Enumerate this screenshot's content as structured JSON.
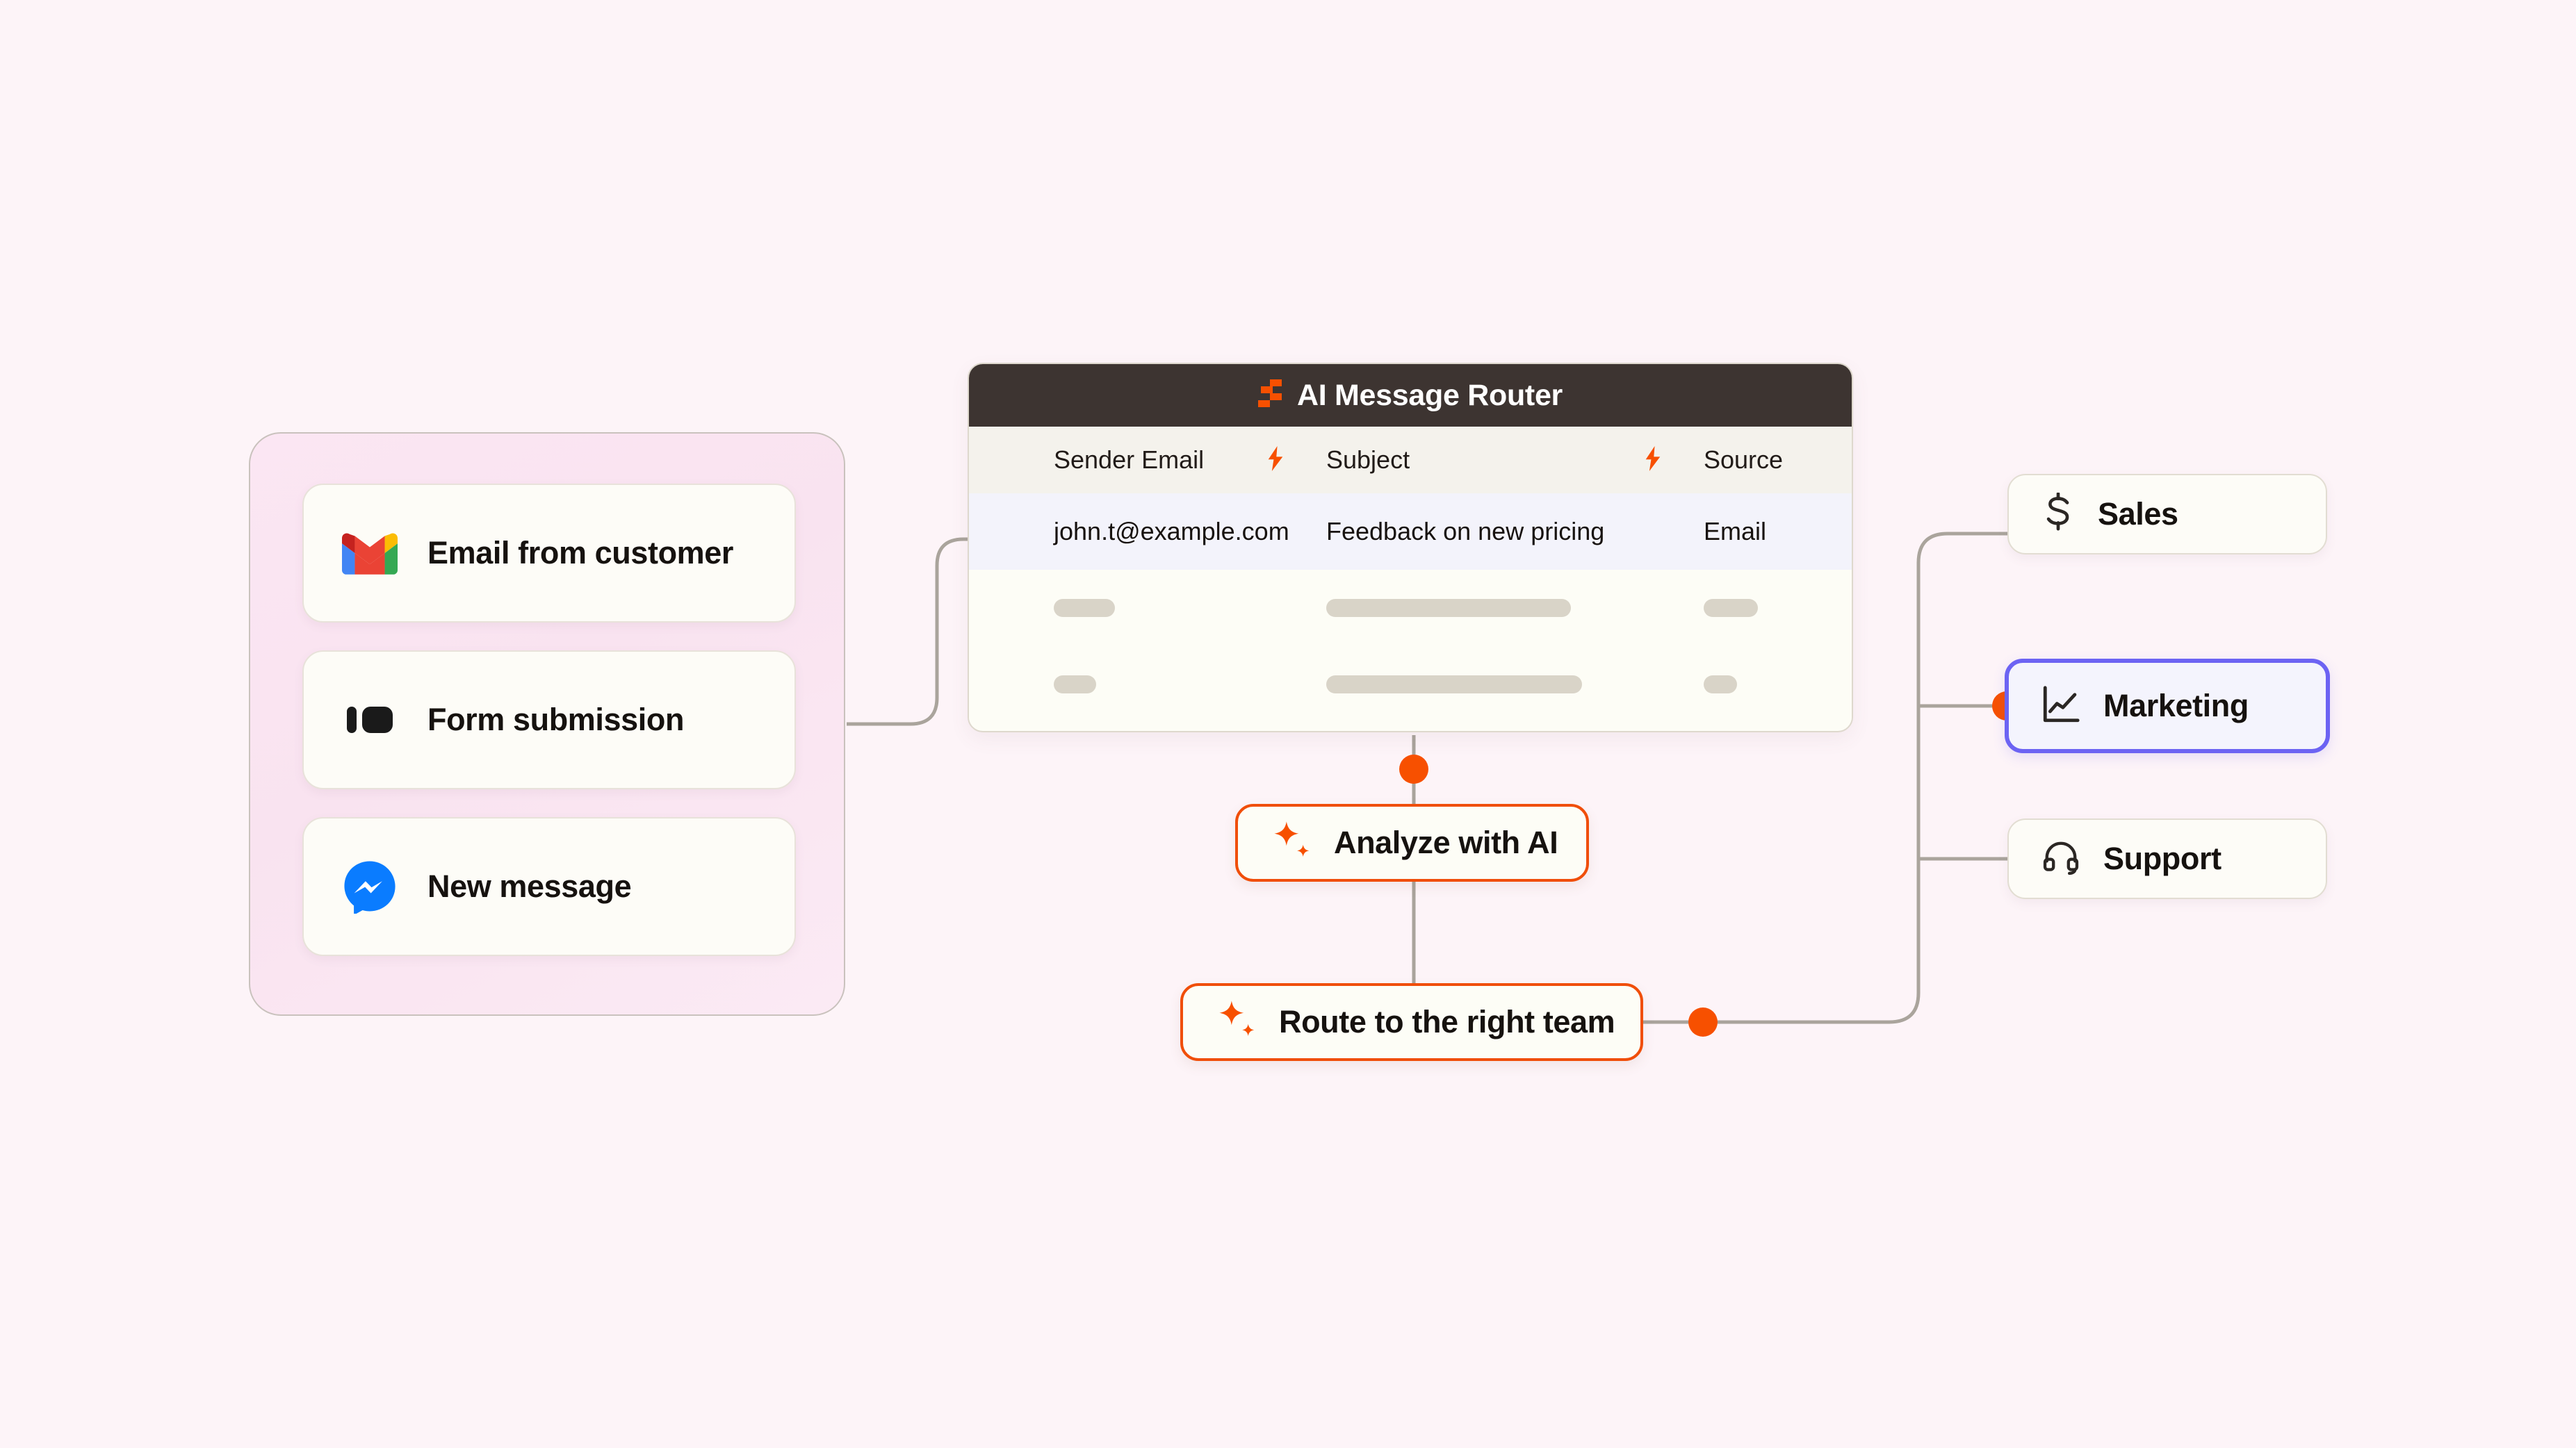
{
  "canvas": {
    "background_color": "#FDF4F8",
    "accent_color": "#F75000",
    "active_border_color": "#6C63F3"
  },
  "triggers": {
    "panel_name": "trigger-sources",
    "items": [
      {
        "label": "Email from customer",
        "icon": "gmail-icon"
      },
      {
        "label": "Form submission",
        "icon": "typeform-icon"
      },
      {
        "label": "New message",
        "icon": "messenger-icon"
      }
    ]
  },
  "router": {
    "title": "AI Message Router",
    "logo_icon": "zapier-logo-icon",
    "columns": [
      {
        "label": "Sender Email",
        "has_ai_icon": true,
        "ai_icon": "lightning-bolt-icon"
      },
      {
        "label": "Subject",
        "has_ai_icon": true,
        "ai_icon": "lightning-bolt-icon"
      },
      {
        "label": "Source",
        "has_ai_icon": false,
        "ai_icon": ""
      }
    ],
    "rows": [
      {
        "highlighted": true,
        "cells": [
          "john.t@example.com",
          "Feedback on new pricing",
          "Email"
        ]
      },
      {
        "highlighted": false,
        "placeholder_widths": [
          88,
          352,
          78
        ]
      },
      {
        "highlighted": false,
        "placeholder_widths": [
          61,
          368,
          48
        ]
      }
    ]
  },
  "ai_actions": [
    {
      "label": "Analyze with AI",
      "icon": "sparkle-icon"
    },
    {
      "label": "Route to the right team",
      "icon": "sparkle-icon"
    }
  ],
  "destinations": [
    {
      "label": "Sales",
      "icon": "dollar-sign-icon",
      "active": false
    },
    {
      "label": "Marketing",
      "icon": "line-chart-icon",
      "active": true
    },
    {
      "label": "Support",
      "icon": "headset-icon",
      "active": false
    }
  ]
}
